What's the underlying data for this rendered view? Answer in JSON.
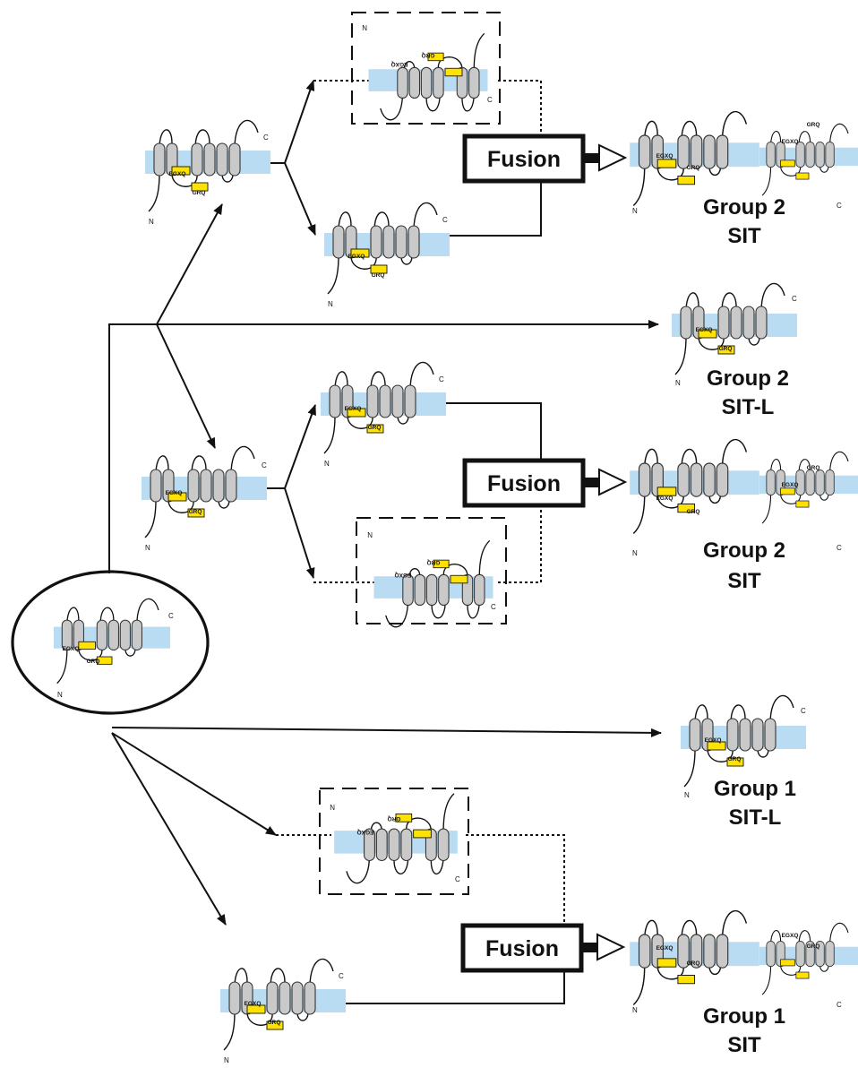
{
  "fusion_label": "Fusion",
  "motifs": {
    "primary": "EGXQ",
    "secondary": "GRQ"
  },
  "termini": {
    "n": "N",
    "c": "C"
  },
  "outcomes": [
    {
      "group": "Group 2",
      "type": "SIT"
    },
    {
      "group": "Group 2",
      "type": "SIT-L"
    },
    {
      "group": "Group 2",
      "type": "SIT"
    },
    {
      "group": "Group 1",
      "type": "SIT-L"
    },
    {
      "group": "Group 1",
      "type": "SIT"
    }
  ],
  "colors": {
    "membrane": "#b9dcf3",
    "helix_fill": "#c9c9c9",
    "helix_stroke": "#333333",
    "motif_box": "#ffe200",
    "line": "#111111"
  }
}
